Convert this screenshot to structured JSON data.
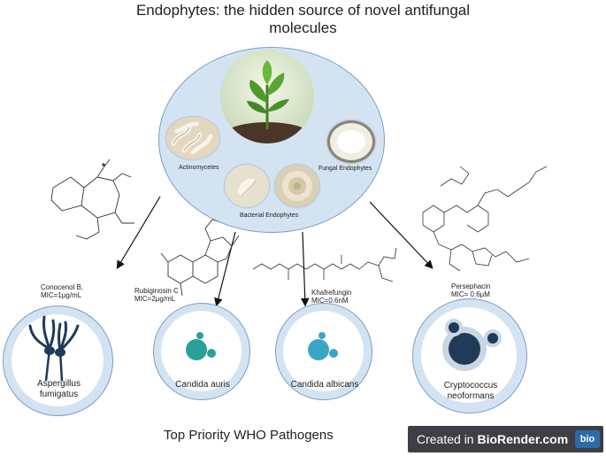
{
  "title": {
    "line1": "Endophytes: the hidden source of novel antifungal",
    "line2": "molecules"
  },
  "center": {
    "sources": [
      {
        "label": "Actinomycetes"
      },
      {
        "label": "Fungal Endophytes"
      },
      {
        "label": "Bacterial Endophytes"
      }
    ]
  },
  "compounds": [
    {
      "name": "Conocenol B,",
      "mic": "MIC=1µg/mL"
    },
    {
      "name": "Rubiginosin C",
      "mic": "MIC=2µg/mL"
    },
    {
      "name": "Khafrefungin",
      "mic": "MIC=0.6nM"
    },
    {
      "name": "Persephacin",
      "mic": "MIC= 0.6µM"
    }
  ],
  "pathogens": [
    {
      "line1": "Aspergillus",
      "line2": "fumigatus"
    },
    {
      "line1": "Candida auris",
      "line2": ""
    },
    {
      "line1": "Candida albicans",
      "line2": ""
    },
    {
      "line1": "Cryptococcus",
      "line2": "neoformans"
    }
  ],
  "footer": "Top Priority WHO Pathogens",
  "badge": {
    "prefix": "Created in ",
    "brand": "BioRender.com",
    "logo": "bio"
  },
  "colors": {
    "ellipse_fill": "#d3e3f1",
    "ellipse_stroke": "#7aa0c4",
    "candida": "#2aa198",
    "cryptococcus": "#1f3b57",
    "aspergillus": "#1f3b57"
  },
  "icons": [
    "plant-image",
    "actinomycetes-culture",
    "fungal-culture",
    "bacterial-culture",
    "aspergillus-icon",
    "candida-auris-icon",
    "candida-albicans-icon",
    "cryptococcus-icon"
  ]
}
